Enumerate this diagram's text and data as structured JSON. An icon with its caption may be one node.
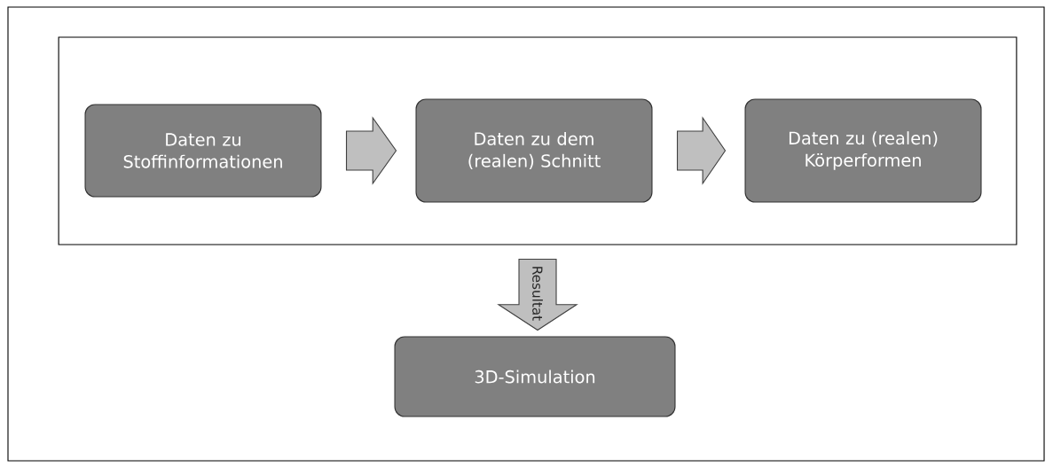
{
  "diagram": {
    "nodes": [
      {
        "text": [],
        "shape": "box"
      },
      {
        "text": [
          "Daten zu Stoffinformationen"
        ],
        "in": 0
      },
      {
        "text": [
          "Daten zu dem (realen) Schnitt"
        ],
        "in": 0
      },
      {
        "text": [
          "Daten zu (realen) Körperformen"
        ],
        "in": 0
      },
      {
        "text": [
          "3D-Simulation"
        ]
      }
    ],
    "edges": [
      {
        "from": 1,
        "to": 2,
        "arrow": "to"
      },
      {
        "from": 2,
        "to": 3,
        "arrow": "to"
      },
      {
        "from": 0,
        "to": 4,
        "arrow": "to",
        "label": "Resultat"
      }
    ]
  }
}
